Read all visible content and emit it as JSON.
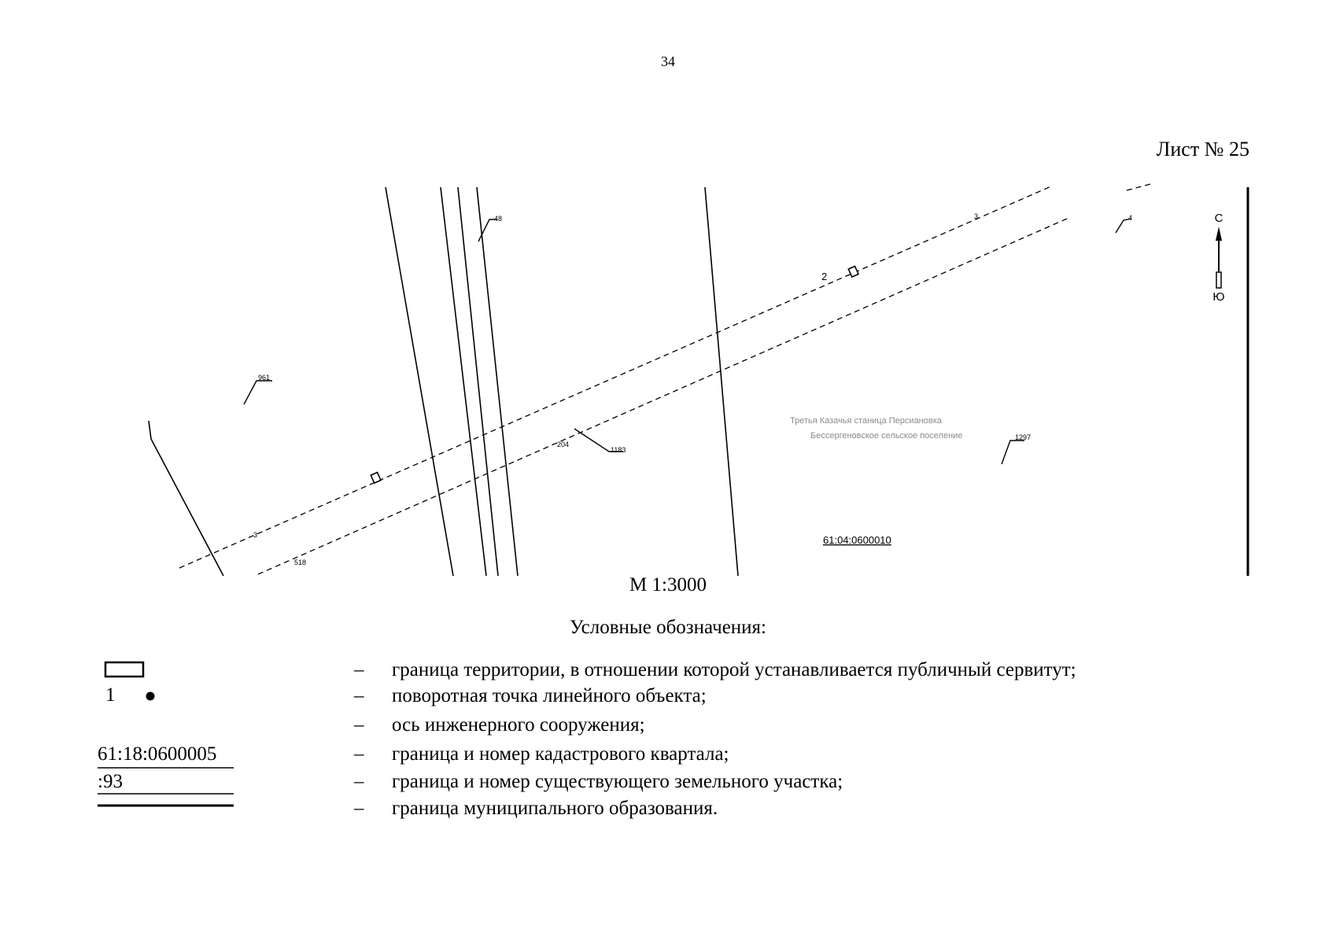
{
  "page_number": "34",
  "sheet_label": "Лист № 25",
  "map": {
    "labels": {
      "top_a": "48",
      "top_b": "3",
      "right_top": "4",
      "left_parcel": "961",
      "mid_parcel": "1183",
      "point_left": "3",
      "point_low": "518",
      "mid_small": "204",
      "parcel_right": "1297",
      "turn_point": "2",
      "quarter": "61:04:0600010"
    },
    "faint_text": [
      "Третья Казачья станица Персиановка",
      "Бессергеновское сельское поселение"
    ],
    "compass": {
      "north": "С",
      "south": "Ю"
    }
  },
  "scale": "М 1:3000",
  "legend": {
    "title": "Условные обозначения:",
    "dash": "–",
    "point_number": "1",
    "quarter_number": "61:18:0600005",
    "parcel_number": ":93",
    "items": [
      "граница территории, в отношении которой устанавливается публичный сервитут;",
      "поворотная точка линейного объекта;",
      "ось инженерного сооружения;",
      "граница и номер кадастрового квартала;",
      "граница и номер существующего земельного участка;",
      "граница муниципального образования."
    ]
  }
}
